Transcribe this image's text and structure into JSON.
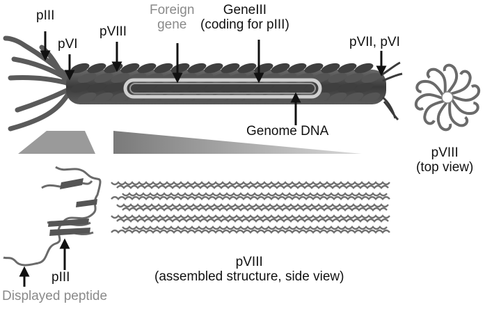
{
  "labels": {
    "piii_top": "pIII",
    "pvi": "pVI",
    "pviii": "pVIII",
    "foreign_gene": [
      "Foreign",
      "gene"
    ],
    "geneiii": [
      "GeneIII",
      "(coding for pIII)"
    ],
    "pvii_pvi": "pVII, pVI",
    "genome_dna": "Genome DNA",
    "pviii_top_view": [
      "pVIII",
      "(top view)"
    ],
    "piii_bottom": "pIII",
    "displayed_peptide": "Displayed peptide",
    "pviii_assembled": [
      "pVIII",
      "(assembled structure, side view)"
    ]
  },
  "colors": {
    "text": "#111111",
    "gray_text": "#8a8a8a",
    "coat_dark": "#4a4a4a",
    "coat_light": "#9a9a9a",
    "ribbon": "#6f6f6f",
    "dna": "#cfcfcf",
    "callout": "#8c8c8c"
  }
}
